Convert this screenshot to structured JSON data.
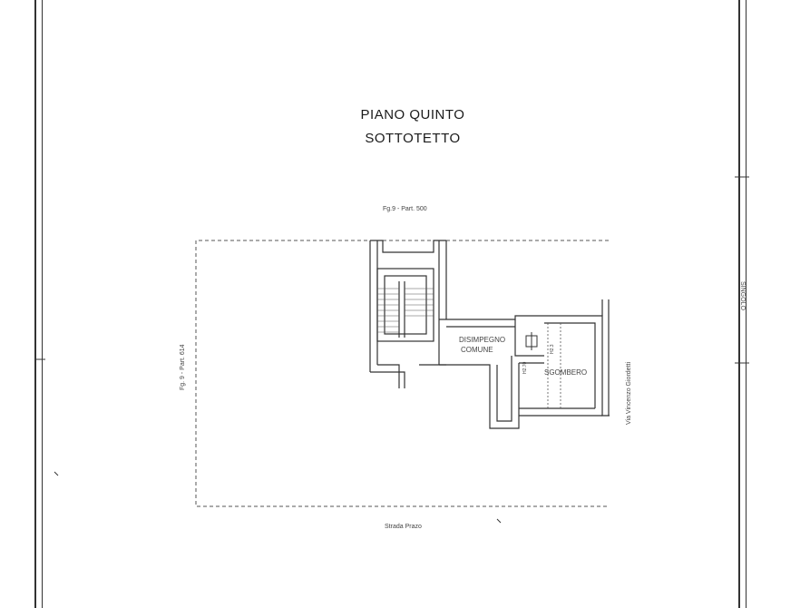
{
  "drawing": {
    "title_line1": "PIANO QUINTO",
    "title_line2": "SOTTOTETTO",
    "label_top": "Fg.9 - Part. 500",
    "label_left": "Fg. 9 - Part. 614",
    "label_bottom": "Strada Prazo",
    "label_right_street": "Via Vincenzo Giordetti",
    "label_right_margin": "SINGOLO",
    "room_landing_line1": "DISIMPEGNO",
    "room_landing_line2": "COMUNE",
    "room_storage": "SGOMBERO",
    "label_height": "H2.70",
    "label_height_small": "H2.3"
  },
  "colors": {
    "line": "#333333",
    "dashed": "#555555",
    "background": "#ffffff"
  }
}
